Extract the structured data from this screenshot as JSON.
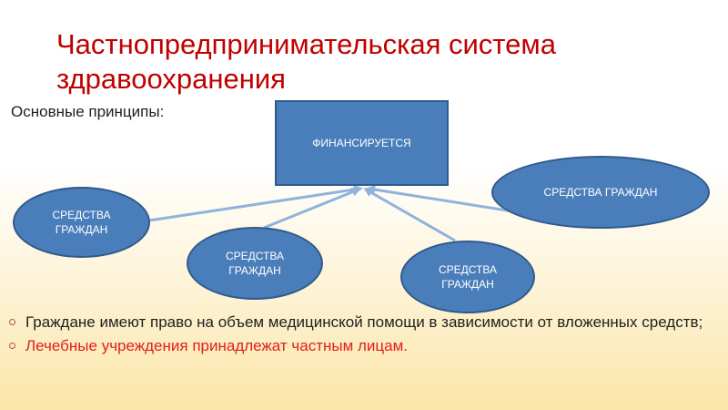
{
  "slide": {
    "title": "Частнопредпринимательская система здравоохранения",
    "principles_heading": "Основные принципы:"
  },
  "diagram": {
    "center_box": "ФИНАНСИРУЕТСЯ",
    "sources": [
      "СРЕДСТВА ГРАЖДАН",
      "СРЕДСТВА ГРАЖДАН",
      "СРЕДСТВА ГРАЖДАН",
      "СРЕДСТВА ГРАЖДАН"
    ],
    "box_color": "#4a7ebb",
    "arrow_color": "#8fb3db"
  },
  "bullets": [
    "Граждане имеют право на объем медицинской помощи в зависимости от вложенных средств;",
    "Лечебные учреждения принадлежат частным лицам."
  ],
  "colors": {
    "title": "#c00000",
    "bullet_highlight": "#e0201b"
  }
}
